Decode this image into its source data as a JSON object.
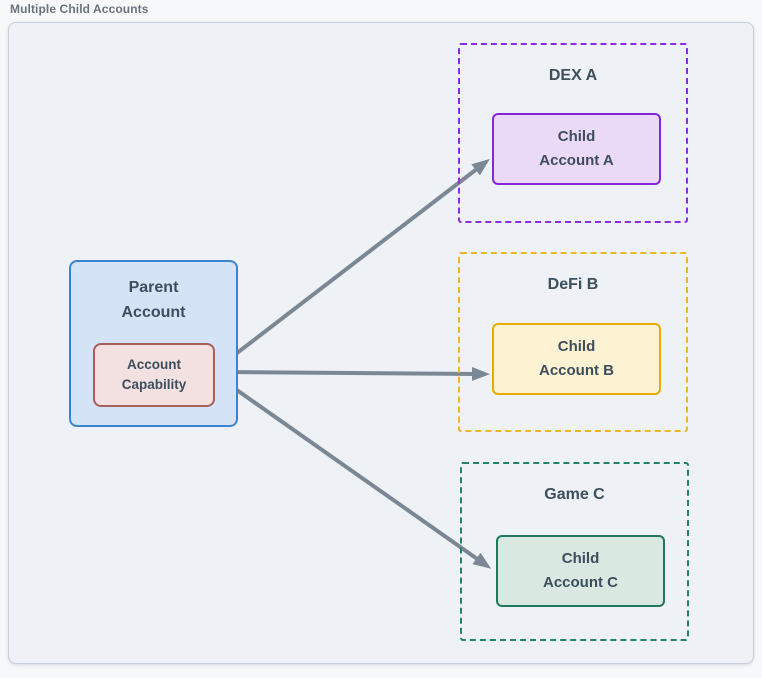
{
  "title": "Multiple Child Accounts",
  "parent": {
    "label_line1": "Parent",
    "label_line2": "Account",
    "capability": {
      "line1": "Account",
      "line2": "Capability"
    }
  },
  "groups": [
    {
      "label": "DEX A",
      "child": {
        "line1": "Child",
        "line2": "Account A"
      }
    },
    {
      "label": "DeFi B",
      "child": {
        "line1": "Child",
        "line2": "Account B"
      }
    },
    {
      "label": "Game C",
      "child": {
        "line1": "Child",
        "line2": "Account C"
      }
    }
  ],
  "colors": {
    "page_background": "#f7f8fa",
    "canvas_background": "#eef1f5",
    "canvas_border": "#c7cfda",
    "title_text": "#6a7480",
    "node_text": "#3d4e5c",
    "arrow": "#7b8794",
    "parent_fill": "#d4e4f6",
    "parent_border": "#3c83d2",
    "capability_fill": "#f3e0e0",
    "capability_border": "#a65f5b",
    "dex_a_dashed_border": "#8b2be2",
    "child_a_fill": "#ebd9f8",
    "child_a_border": "#8726d6",
    "defi_b_dashed_border": "#f0b429",
    "child_b_fill": "#fdf3d3",
    "child_b_border": "#e6ac00",
    "game_c_dashed_border": "#1f8468",
    "child_c_fill": "#d9e8e1",
    "child_c_border": "#20795f"
  }
}
